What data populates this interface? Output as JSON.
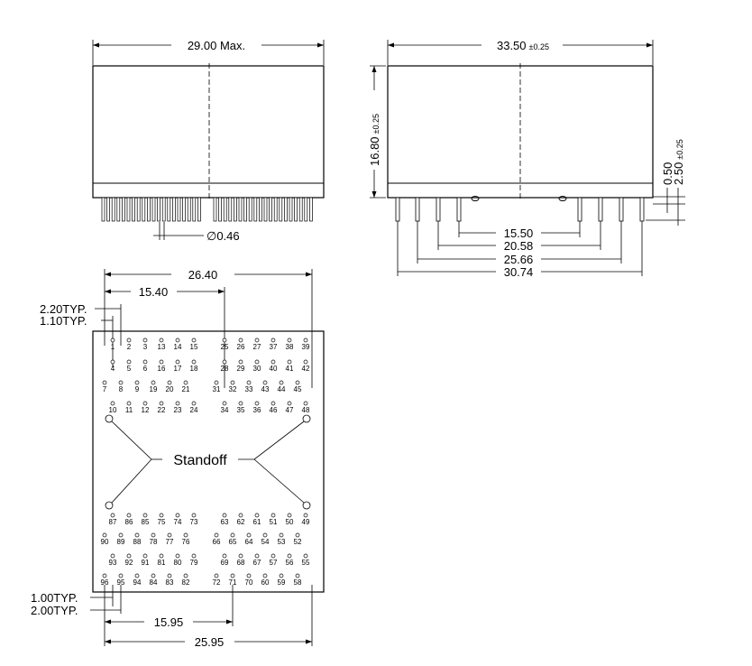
{
  "dims": {
    "side_width": "29.00 Max.",
    "front_width": "33.50",
    "front_width_tol": "±0.25",
    "height": "16.80",
    "height_tol": "±0.25",
    "standoff_h": "0.50",
    "pin_len": "2.50",
    "pin_len_tol": "±0.25",
    "pin_dia": "0.46",
    "dia_symbol": "∅",
    "front_pins": [
      "15.50",
      "20.58",
      "25.66",
      "30.74"
    ],
    "top_span": "26.40",
    "top_mid": "15.40",
    "pitch_220": "2.20TYP.",
    "pitch_110": "1.10TYP.",
    "pitch_100": "1.00TYP.",
    "pitch_200": "2.00TYP.",
    "bottom_mid": "15.95",
    "bottom_span": "25.95"
  },
  "standoff_label": "Standoff",
  "upper_rows": [
    [
      "1",
      "2",
      "3",
      "13",
      "14",
      "15",
      "25",
      "26",
      "27",
      "37",
      "38",
      "39"
    ],
    [
      "4",
      "5",
      "6",
      "16",
      "17",
      "18",
      "28",
      "29",
      "30",
      "40",
      "41",
      "42"
    ],
    [
      "7",
      "8",
      "9",
      "19",
      "20",
      "21",
      "31",
      "32",
      "33",
      "43",
      "44",
      "45"
    ],
    [
      "10",
      "11",
      "12",
      "22",
      "23",
      "24",
      "34",
      "35",
      "36",
      "46",
      "47",
      "48"
    ]
  ],
  "lower_rows": [
    [
      "87",
      "86",
      "85",
      "75",
      "74",
      "73",
      "63",
      "62",
      "61",
      "51",
      "50",
      "49"
    ],
    [
      "90",
      "89",
      "88",
      "78",
      "77",
      "76",
      "66",
      "65",
      "64",
      "54",
      "53",
      "52"
    ],
    [
      "93",
      "92",
      "91",
      "81",
      "80",
      "79",
      "69",
      "68",
      "67",
      "57",
      "56",
      "55"
    ],
    [
      "96",
      "95",
      "94",
      "84",
      "83",
      "82",
      "72",
      "71",
      "70",
      "60",
      "59",
      "58"
    ]
  ]
}
